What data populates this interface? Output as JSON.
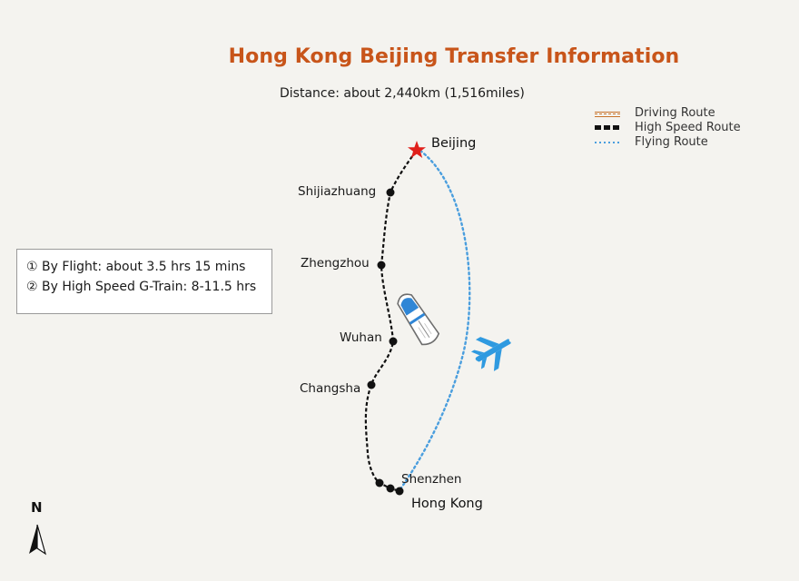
{
  "title": "Hong Kong Beijing Transfer Information",
  "distance": "Distance: about 2,440km (1,516miles)",
  "legend": {
    "driving": "Driving Route",
    "high_speed": "High Speed Route",
    "flying": "Flying Route"
  },
  "info": {
    "flight": "① By Flight: about 3.5 hrs 15 mins",
    "train": "② By High Speed G-Train: 8-11.5 hrs"
  },
  "cities": {
    "beijing": "Beijing",
    "shijiazhuang": "Shijiazhuang",
    "zhengzhou": "Zhengzhou",
    "wuhan": "Wuhan",
    "changsha": "Changsha",
    "shenzhen": "Shenzhen",
    "hong_kong": "Hong Kong"
  },
  "compass": {
    "north": "N"
  },
  "icons": {
    "flight": "airplane-icon",
    "train": "high-speed-train-icon",
    "compass": "north-arrow-icon",
    "beijing_marker": "star-icon"
  },
  "colors": {
    "title": "#c8551a",
    "driving_route": "#c8732a",
    "high_speed_route": "#111111",
    "flying_route": "#4a9ede",
    "beijing_star": "#e0201b",
    "airplane": "#2f9ae0"
  }
}
